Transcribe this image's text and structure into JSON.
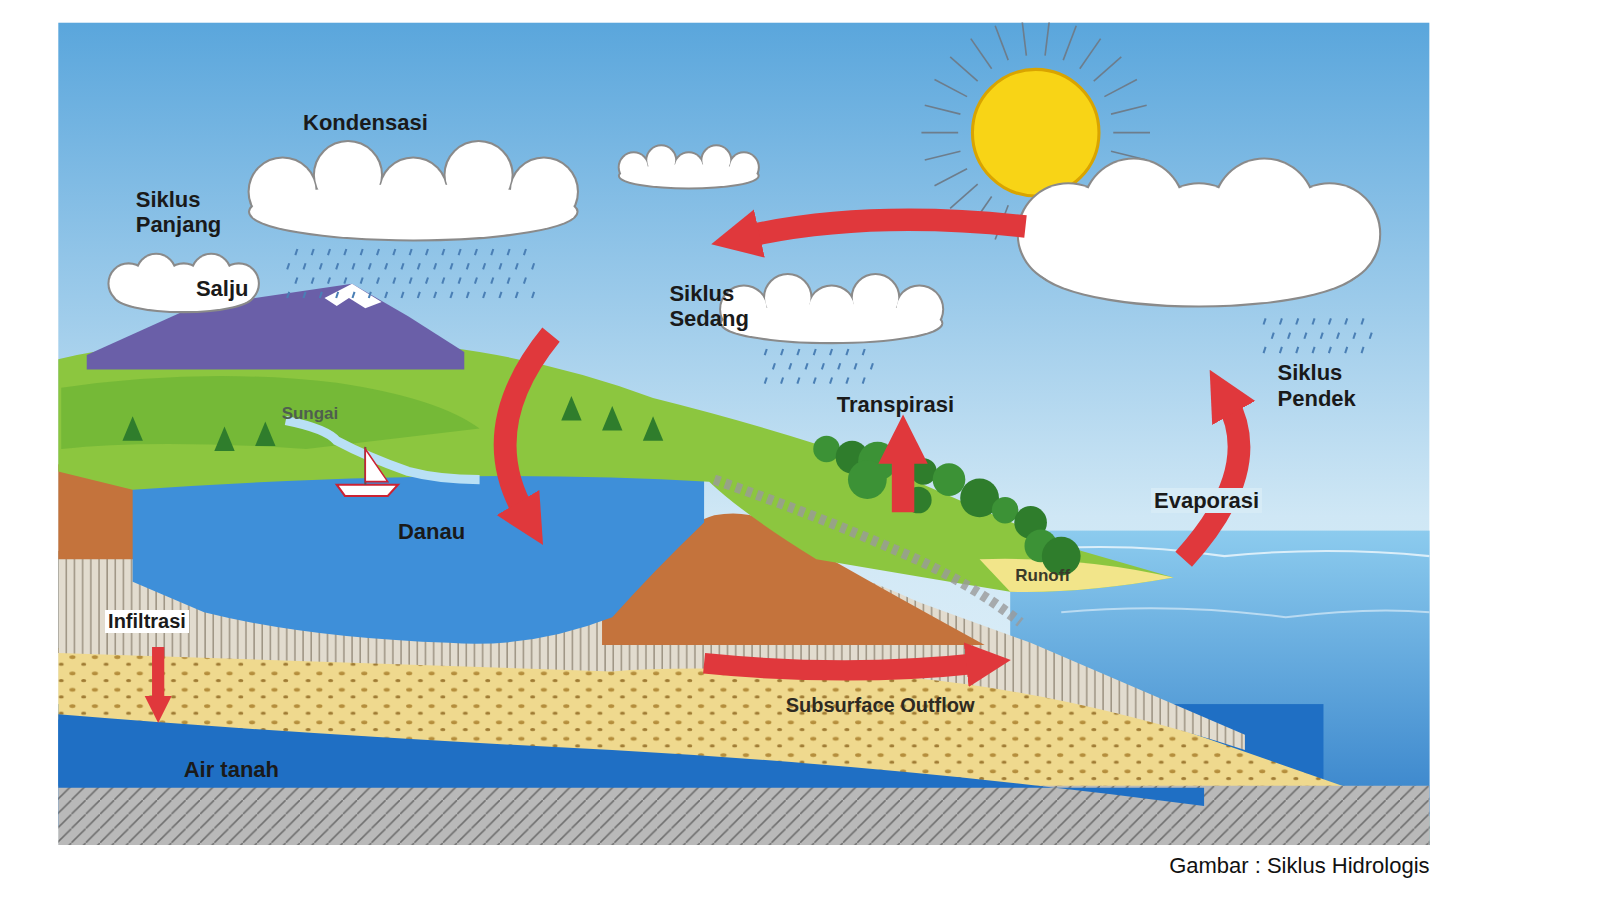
{
  "diagram": {
    "caption": "Gambar : Siklus Hidrologis",
    "labels": [
      "Kondensasi",
      "Siklus Panjang",
      "Salju",
      "Siklus Sedang",
      "Transpirasi",
      "Siklus Pendek",
      "Sungai",
      "Evaporasi",
      "Danau",
      "Runoff",
      "Infiltrasi",
      "Subsurface Outflow",
      "Air tanah"
    ]
  }
}
